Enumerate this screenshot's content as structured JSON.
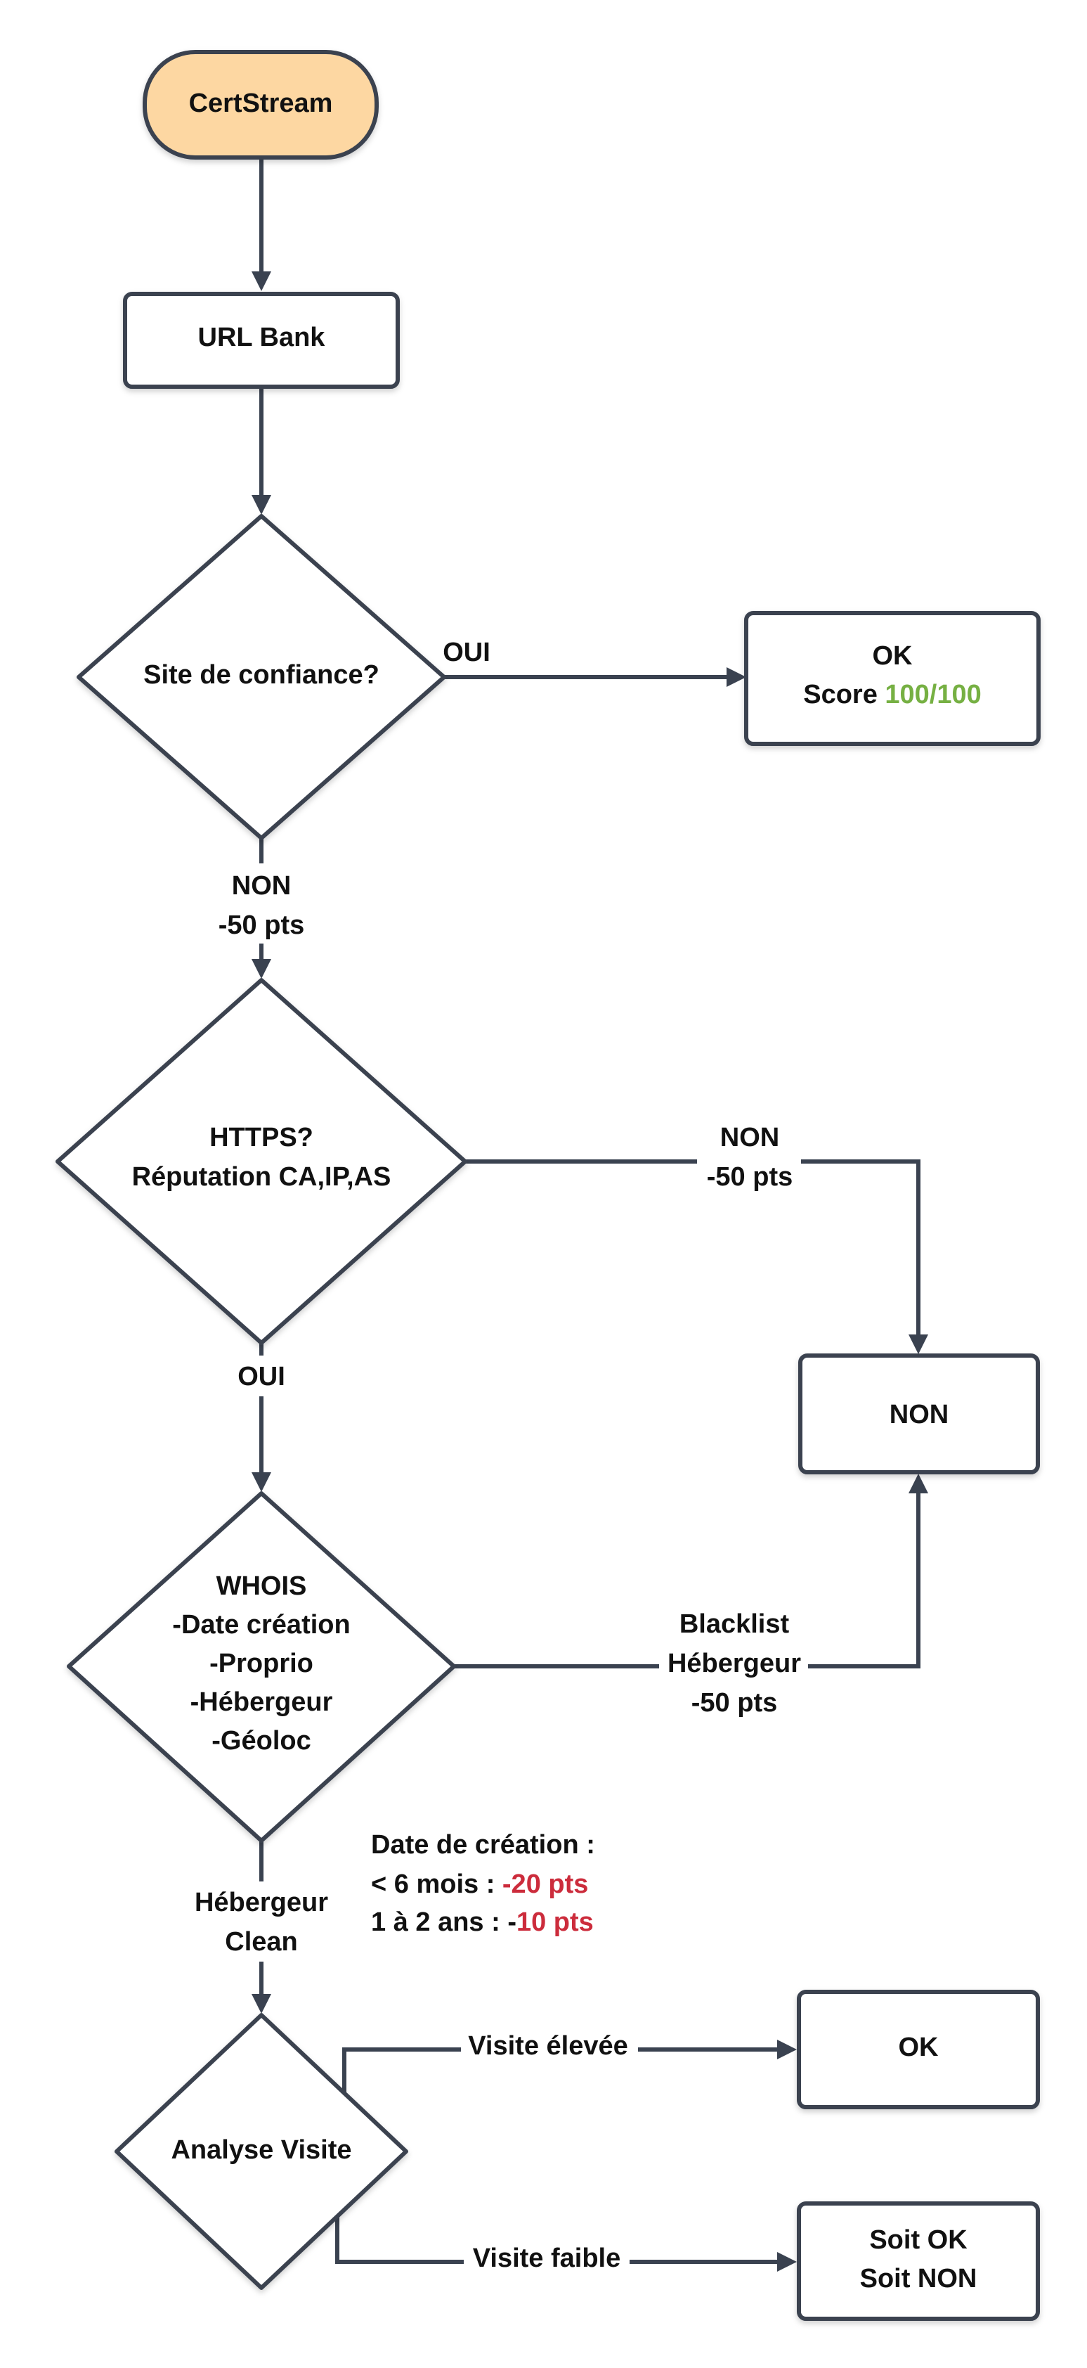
{
  "colors": {
    "stroke": "#3a4250",
    "text": "#111111",
    "start_fill": "#fdd7a2",
    "positive": "#76b043",
    "penalty": "#cc2c3c"
  },
  "nodes": {
    "certstream": "CertStream",
    "url_bank": "URL Bank",
    "site_confiance": "Site de confiance?",
    "ok_score": {
      "line1": "OK",
      "score_label": "Score ",
      "score_value": "100/100"
    },
    "https": {
      "line1": "HTTPS?",
      "line2": "Réputation CA,IP,AS"
    },
    "non_result": "NON",
    "whois": {
      "line1": "WHOIS",
      "line2": "-Date création",
      "line3": "-Proprio",
      "line4": "-Hébergeur",
      "line5": "-Géoloc"
    },
    "analyse_visite": "Analyse Visite",
    "ok_result": "OK",
    "soit": {
      "line1": "Soit OK",
      "line2": "Soit NON"
    }
  },
  "edges": {
    "confiance_oui": "OUI",
    "confiance_non": "NON",
    "confiance_non_penalty": "-50 pts",
    "https_non": "NON",
    "https_non_penalty": "-50 pts",
    "https_oui": "OUI",
    "blacklist_line1": "Blacklist",
    "blacklist_line2": "Hébergeur",
    "blacklist_penalty": "-50 pts",
    "hebergeur_clean_line1": "Hébergeur",
    "hebergeur_clean_line2": "Clean",
    "visite_elevee": "Visite élevée",
    "visite_faible": "Visite faible"
  },
  "annotation": {
    "title": "Date de création :",
    "row1_label": "< 6 mois : ",
    "row1_penalty": "-20 pts",
    "row2_label": "1 à 2 ans : -",
    "row2_penalty": "10 pts"
  }
}
